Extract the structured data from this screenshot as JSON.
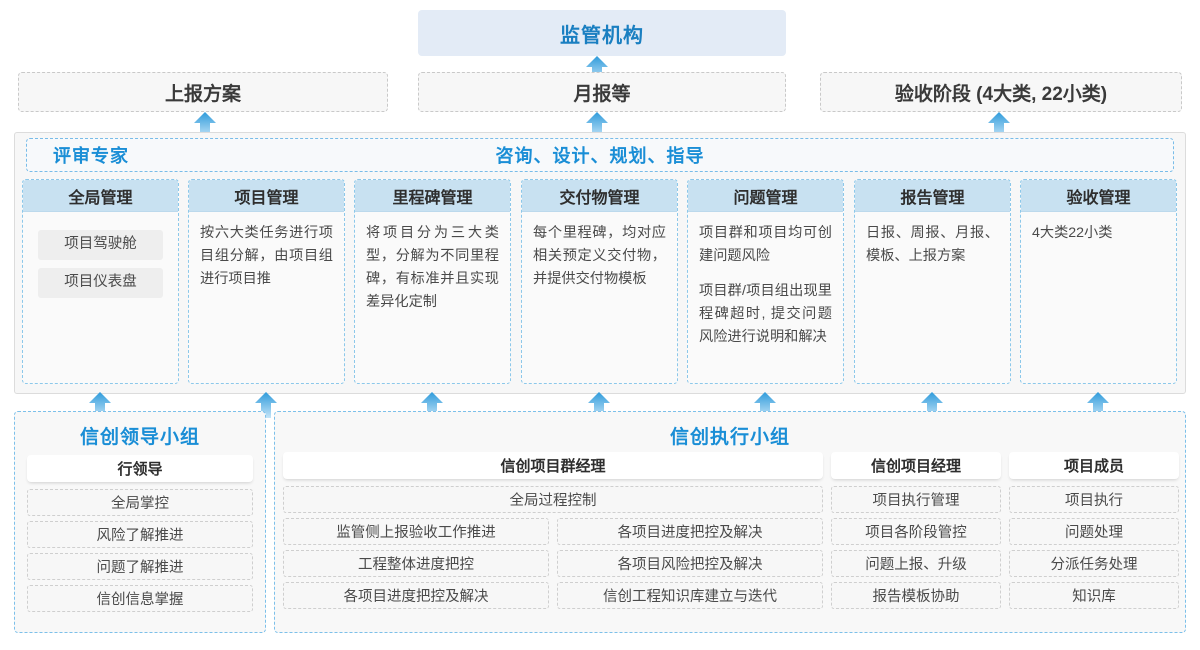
{
  "top": {
    "regulator": "监管机构",
    "reports": [
      {
        "id": "report-plan",
        "label": "上报方案"
      },
      {
        "id": "report-month",
        "label": "月报等"
      },
      {
        "id": "report-accept",
        "label": "验收阶段 (4大类, 22小类)"
      }
    ]
  },
  "consulting": {
    "left_label": "评审专家",
    "center_label": "咨询、设计、规划、指导",
    "columns": [
      {
        "title": "全局管理",
        "pills": [
          "项目驾驶舱",
          "项目仪表盘"
        ],
        "paragraphs": []
      },
      {
        "title": "项目管理",
        "pills": [],
        "paragraphs": [
          "按六大类任务进行项目组分解，由项目组进行项目推"
        ]
      },
      {
        "title": "里程碑管理",
        "pills": [],
        "paragraphs": [
          "将项目分为三大类型，分解为不同里程碑，有标准并且实现差异化定制"
        ]
      },
      {
        "title": "交付物管理",
        "pills": [],
        "paragraphs": [
          "每个里程碑，均对应相关预定义交付物，并提供交付物模板"
        ]
      },
      {
        "title": "问题管理",
        "pills": [],
        "paragraphs": [
          "项目群和项目均可创建问题风险",
          "项目群/项目组出现里程碑超时, 提交问题风险进行说明和解决"
        ]
      },
      {
        "title": "报告管理",
        "pills": [],
        "paragraphs": [
          "日报、周报、月报、模板、上报方案"
        ]
      },
      {
        "title": "验收管理",
        "pills": [],
        "paragraphs": [
          "4大类22小类"
        ]
      }
    ]
  },
  "bottom": {
    "lead_group": {
      "title": "信创领导小组",
      "role": "行领导",
      "tasks": [
        "全局掌控",
        "风险了解推进",
        "问题了解推进",
        "信创信息掌握"
      ]
    },
    "exec_group": {
      "title": "信创执行小组",
      "program_manager": {
        "role": "信创项目群经理",
        "full_width_task": "全局过程控制",
        "left_tasks": [
          "监管侧上报验收工作推进",
          "工程整体进度把控",
          "各项目进度把控及解决"
        ],
        "right_tasks": [
          "各项目进度把控及解决",
          "各项目风险把控及解决",
          "信创工程知识库建立与迭代"
        ]
      },
      "project_manager": {
        "role": "信创项目经理",
        "tasks": [
          "项目执行管理",
          "项目各阶段管控",
          "问题上报、升级",
          "报告模板协助"
        ]
      },
      "project_member": {
        "role": "项目成员",
        "tasks": [
          "项目执行",
          "问题处理",
          "分派任务处理",
          "知识库"
        ]
      }
    }
  },
  "arrows": {
    "icon": "arrow-up-icon",
    "color_top": "#2e9bdb",
    "color_bottom": "#bfe2f6",
    "upper_row_x": [
      205,
      597,
      999
    ],
    "lower_row_x": [
      100,
      266,
      432,
      599,
      765,
      932,
      1098
    ]
  },
  "colors": {
    "accent_blue": "#1a8ed6",
    "regulator_bg": "#e3ebf6",
    "column_head_bg": "#c8e1f1",
    "dashed_blue": "#7cc0ea",
    "dashed_gray": "#cfcfcf",
    "panel_bg": "#f7f7f7"
  }
}
